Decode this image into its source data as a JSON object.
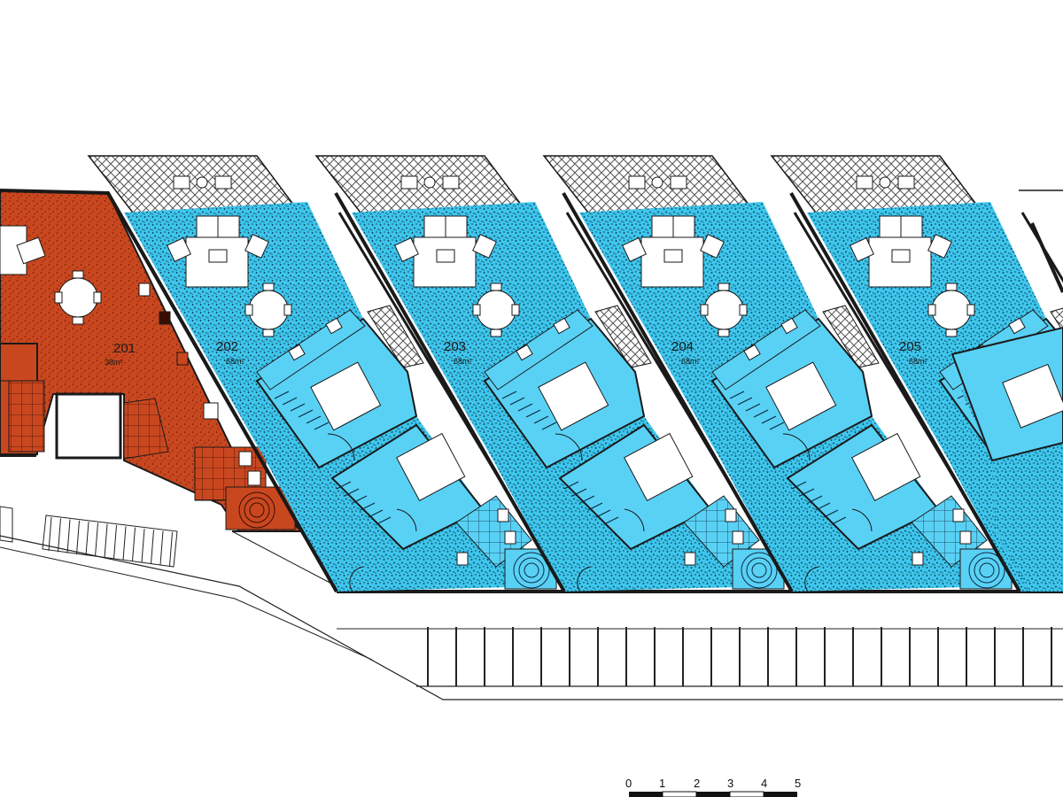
{
  "plan": {
    "units": [
      {
        "id": "201",
        "area": "38m²",
        "color": "#c9471f"
      },
      {
        "id": "202",
        "area": "68m²",
        "color": "#3ec6ec"
      },
      {
        "id": "203",
        "area": "68m²",
        "color": "#3ec6ec"
      },
      {
        "id": "204",
        "area": "68m²",
        "color": "#3ec6ec"
      },
      {
        "id": "205",
        "area": "68m²",
        "color": "#3ec6ec"
      }
    ],
    "scale_bar": {
      "ticks": [
        "0",
        "1",
        "2",
        "3",
        "4",
        "5"
      ]
    },
    "colors": {
      "blue_unit": "#3ec6ec",
      "blue_room": "#59d1f5",
      "red_unit": "#c9471f",
      "wall": "#1a1a1a"
    }
  }
}
